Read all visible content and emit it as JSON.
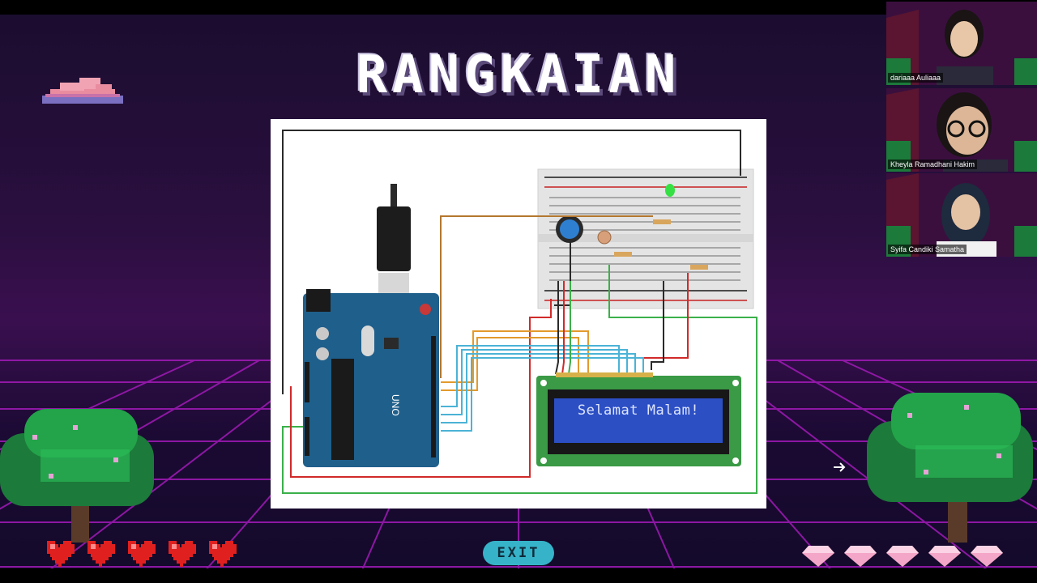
{
  "slide": {
    "title": "RANGKAIAN",
    "exit_label": "EXIT",
    "lcd_text": "Selamat Malam!",
    "hearts_count": 5,
    "gems_count": 5
  },
  "participants": [
    {
      "name": "dariaaa Auliaaa"
    },
    {
      "name": "Kheyla Ramadhani Hakim"
    },
    {
      "name": "Syifa Candiki Samatha"
    }
  ],
  "colors": {
    "accent_grid": "#b01ec8",
    "heart": "#e0201f",
    "gem": "#f4a6c8",
    "exit_button": "#36b3c9",
    "arduino": "#1f5f8b",
    "lcd_board": "#3a9a45",
    "lcd_screen": "#2c4fc4"
  },
  "icons": [
    "cloud-icon",
    "heart-icon",
    "gem-icon",
    "tree-icon",
    "cursor-icon"
  ]
}
